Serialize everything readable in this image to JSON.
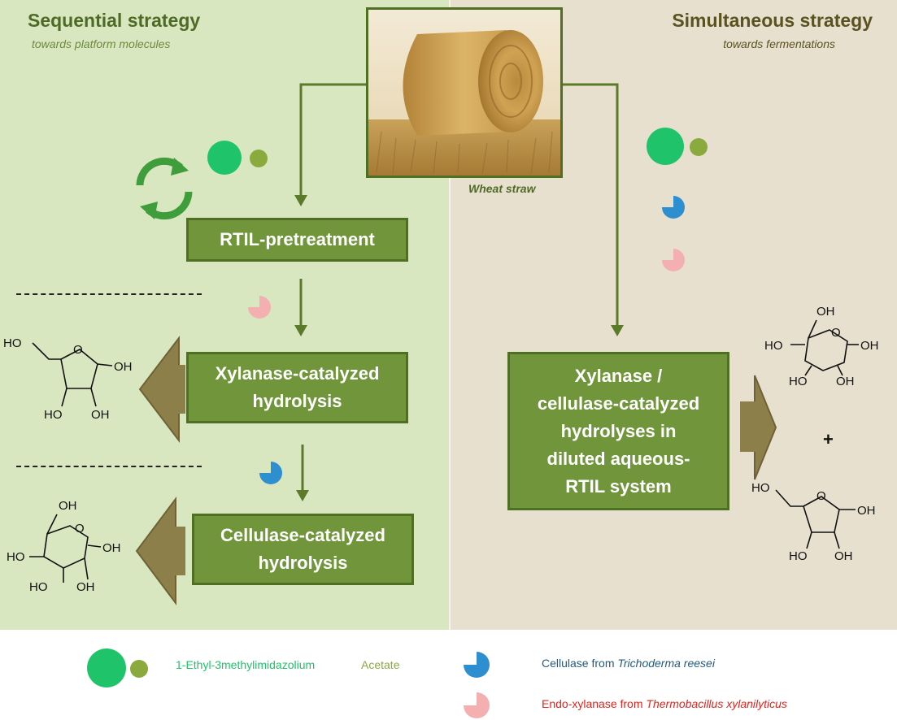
{
  "left": {
    "title": "Sequential strategy",
    "subtitle": "towards platform molecules",
    "steps": [
      "RTIL-pretreatment",
      "Xylanase-catalyzed\nhydrolysis",
      "Cellulase-catalyzed\nhydrolysis"
    ]
  },
  "right": {
    "title": "Simultaneous strategy",
    "subtitle": "towards fermentations",
    "step": "Xylanase /\ncellulase-catalyzed\nhydrolyses in\ndiluted aqueous-\nRTIL system",
    "plus": "+"
  },
  "image": {
    "caption": "Wheat straw"
  },
  "chem": {
    "oh": "OH",
    "ho": "HO"
  },
  "legend": {
    "ionic_liquid": {
      "cation": "1-Ethyl-3methylimidazolium",
      "anion": "Acetate"
    },
    "cellulase": {
      "prefix": "Cellulase from ",
      "organism": "Trichoderma reesei"
    },
    "xylanase": {
      "prefix": "Endo-xylanase from ",
      "organism": "Thermobacillus xylanilyticus"
    }
  },
  "colors": {
    "left_panel": "#d9e7c1",
    "right_panel": "#e8e0cf",
    "box_fill": "#70953b",
    "box_border": "#4f6f22",
    "cation": "#1fc46a",
    "anion": "#8aaa3e",
    "cellulase": "#2d8fd0",
    "xylanase": "#f4b0b0",
    "product_arrow": "#8c7f4a"
  }
}
